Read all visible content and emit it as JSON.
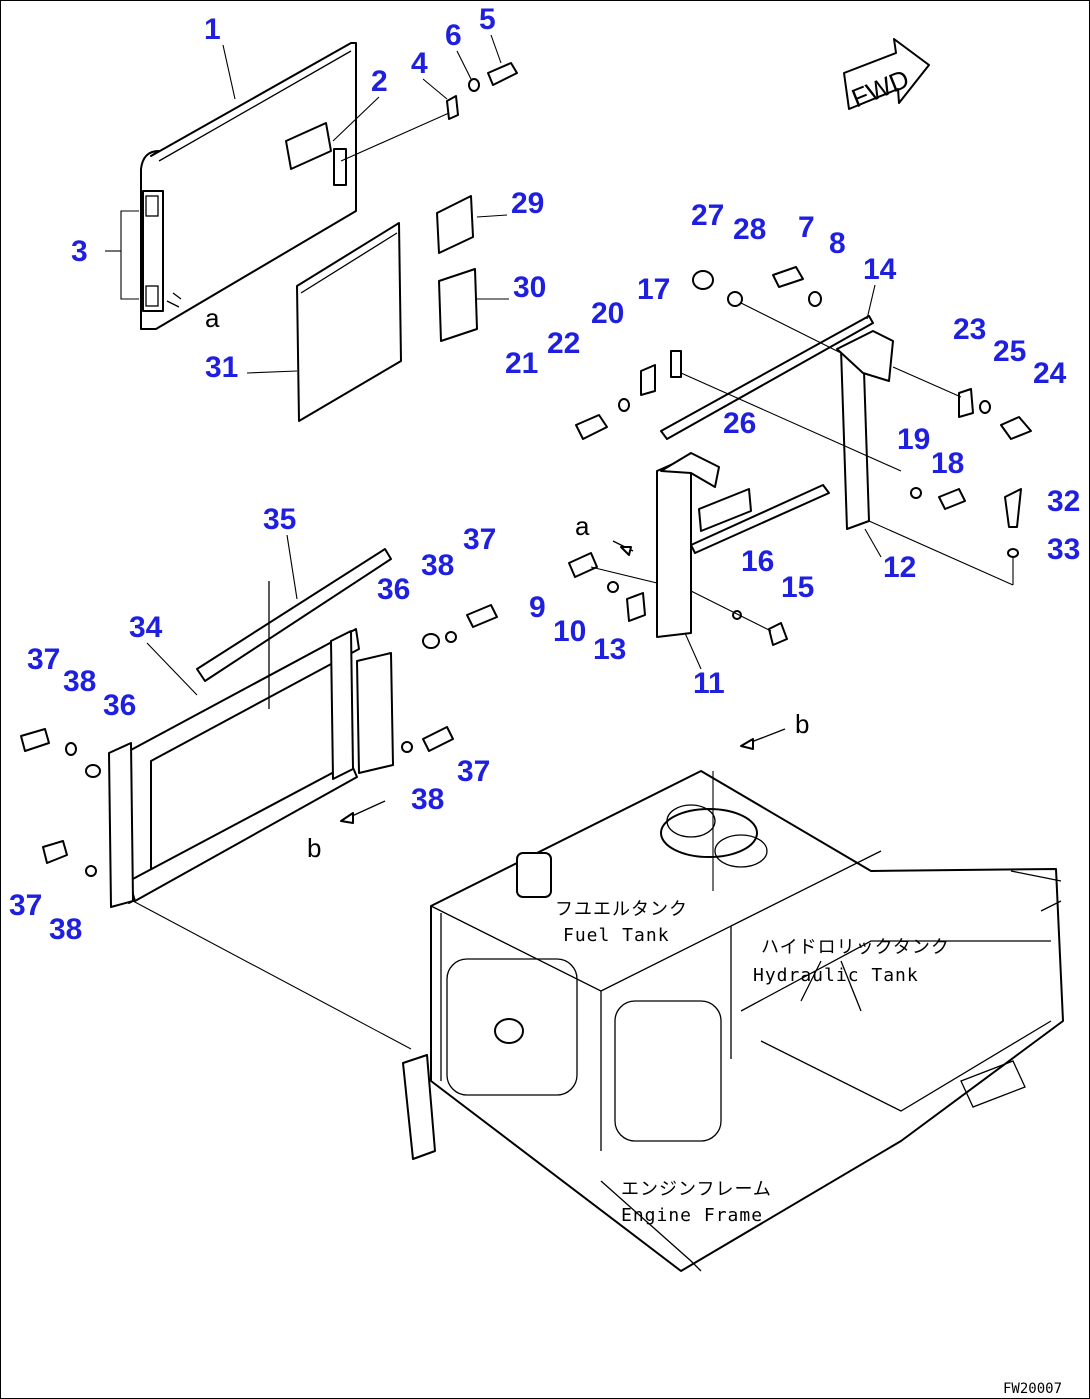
{
  "drawing_code": "FW20007",
  "fwd_arrow": {
    "label": "FWD"
  },
  "reference_letters": {
    "a": "a",
    "b": "b"
  },
  "components": {
    "fuel_tank": {
      "jp": "フユエルタンク",
      "en": "Fuel Tank"
    },
    "hydraulic_tank": {
      "jp": "ハイドロリックタンク",
      "en": "Hydraulic Tank"
    },
    "engine_frame": {
      "jp": "エンジンフレーム",
      "en": "Engine Frame"
    }
  },
  "callouts": [
    "1",
    "2",
    "3",
    "4",
    "5",
    "6",
    "7",
    "8",
    "9",
    "10",
    "11",
    "12",
    "13",
    "14",
    "15",
    "16",
    "17",
    "18",
    "19",
    "20",
    "21",
    "22",
    "23",
    "24",
    "25",
    "26",
    "27",
    "28",
    "29",
    "30",
    "31",
    "32",
    "33",
    "34",
    "35",
    "36",
    "37",
    "38"
  ],
  "colors": {
    "callout": "#1f1fe0",
    "line": "#000000"
  }
}
